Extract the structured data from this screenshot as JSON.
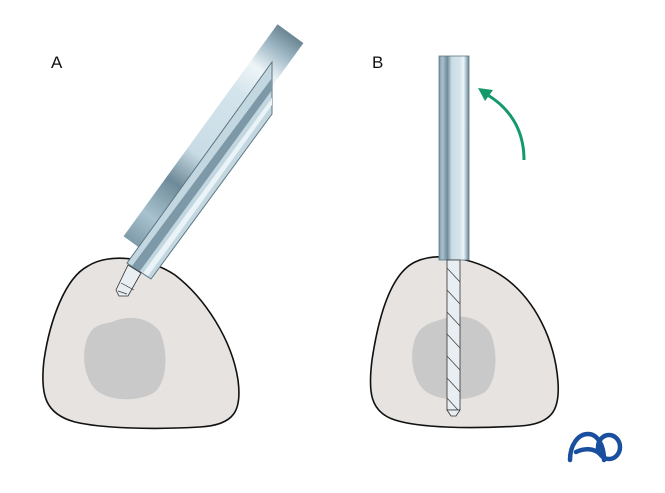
{
  "panels": [
    {
      "label": "A",
      "description": "Drill sleeve held obliquely; drill bit tip engaging bone cortex"
    },
    {
      "label": "B",
      "description": "Drill sleeve rotated to vertical; drill bit passes through bone"
    }
  ],
  "logo": {
    "text": "AO",
    "color": "#1a4fa0"
  },
  "colors": {
    "bone_fill": "#e6e3e0",
    "bone_outline": "#111111",
    "medulla_fill": "#c9c9ca",
    "sleeve_light": "#c8dbe4",
    "sleeve_mid": "#98b3c2",
    "sleeve_dark": "#5f7a88",
    "arrow": "#13996a"
  },
  "arrow": {
    "direction": "counterclockwise",
    "meaning": "rotate sleeve to vertical"
  }
}
